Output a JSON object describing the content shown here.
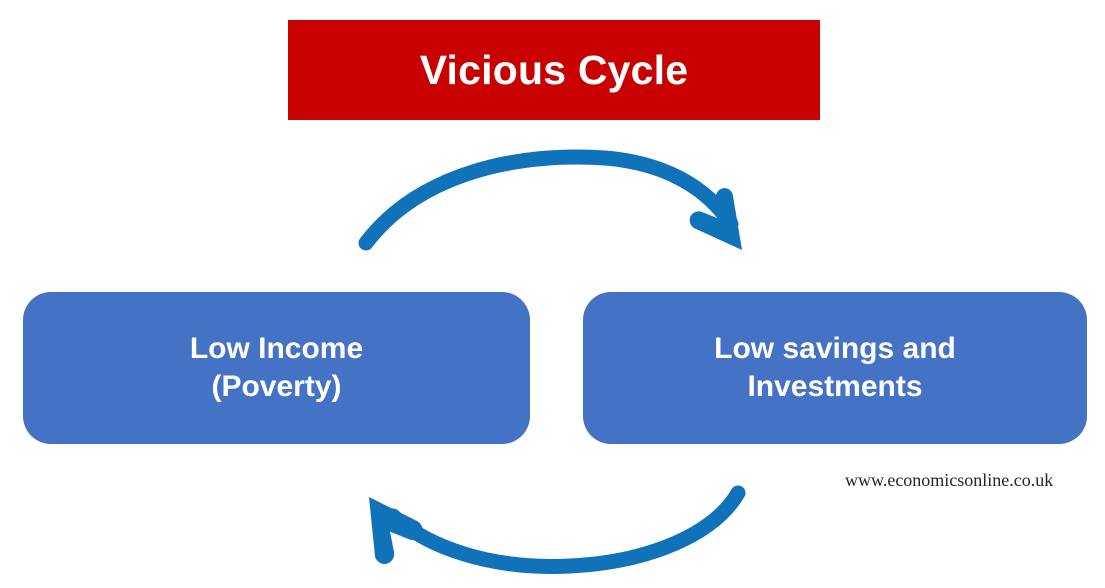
{
  "diagram": {
    "title": "Vicious Cycle",
    "title_bg_color": "#C80000",
    "title_text_color": "#FFFFFF",
    "node_color": "#4472C4",
    "arrow_color": "#1072B8",
    "background_color": "#FFFFFF",
    "nodes": [
      {
        "id": "low-income",
        "label": "Low Income\n(Poverty)",
        "line1": "Low Income",
        "line2": "(Poverty)"
      },
      {
        "id": "low-savings",
        "label": "Low savings and\nInvestments",
        "line1": "Low savings and",
        "line2": "Investments"
      }
    ],
    "arrows": [
      {
        "id": "arrow-top",
        "icon": "curved-arrow-right-icon",
        "from": "low-income",
        "to": "low-savings",
        "direction": "left-to-right",
        "curve": "arc-upward"
      },
      {
        "id": "arrow-bottom",
        "icon": "curved-arrow-left-icon",
        "from": "low-savings",
        "to": "low-income",
        "direction": "right-to-left",
        "curve": "arc-downward"
      }
    ],
    "watermark": "www.economicsonline.co.uk"
  }
}
